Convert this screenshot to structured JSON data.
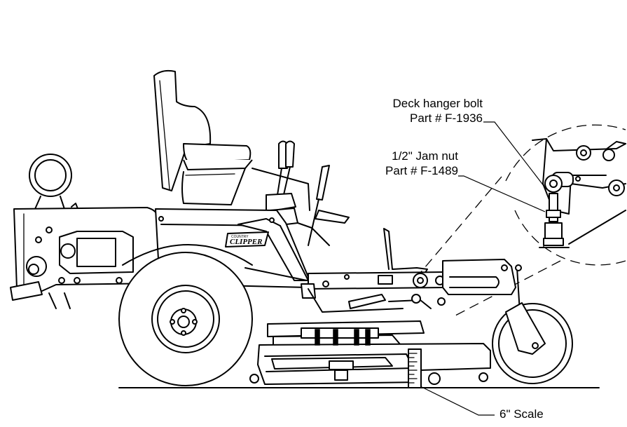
{
  "callouts": {
    "deck_hanger_bolt": {
      "name": "Deck hanger bolt",
      "part": "Part # F-1936"
    },
    "jam_nut": {
      "name": "1/2\" Jam nut",
      "part": "Part # F-1489"
    },
    "scale": {
      "name": "6\" Scale"
    }
  },
  "logo": {
    "text": "CLIPPER",
    "small_text": "COUNTRY"
  },
  "colors": {
    "ink": "#000000",
    "background": "#ffffff"
  }
}
